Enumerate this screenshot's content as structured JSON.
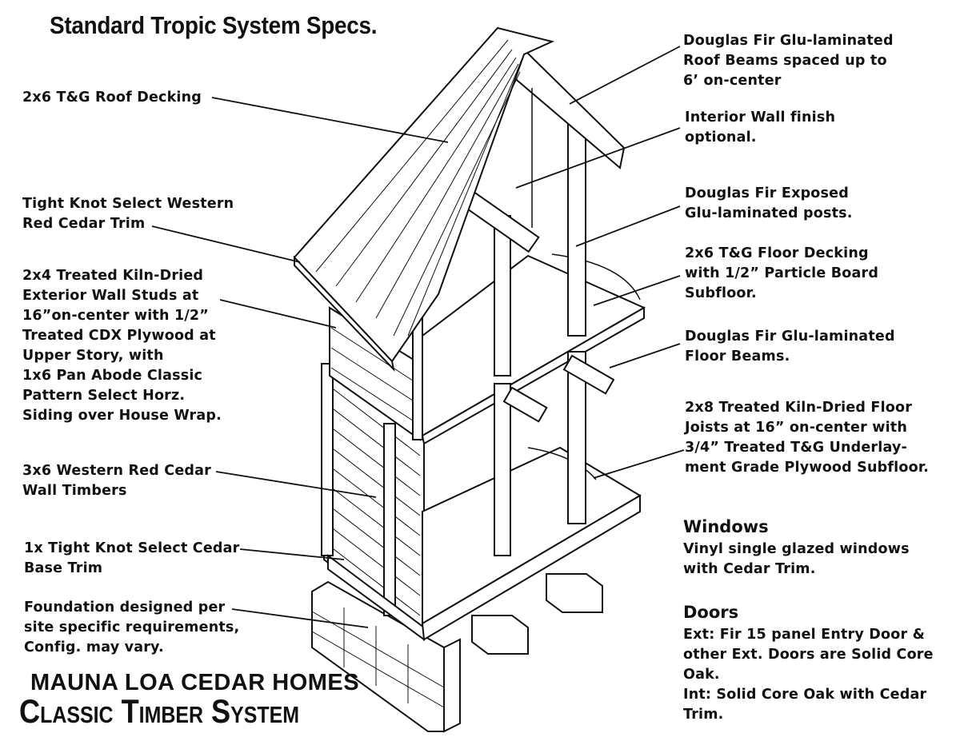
{
  "title": "Standard Tropic System Specs.",
  "brand": {
    "line1": "MAUNA LOA CEDAR HOMES",
    "line2": "Classic Timber System"
  },
  "left_labels": [
    "2x6 T&G Roof Decking",
    "Tight Knot Select Western\nRed Cedar Trim",
    "2x4 Treated Kiln-Dried\nExterior Wall Studs at\n16”on-center with 1/2”\nTreated CDX Plywood at\nUpper Story, with\n1x6 Pan Abode Classic\nPattern Select Horz.\nSiding over House Wrap.",
    "3x6 Western Red Cedar\nWall Timbers",
    "1x Tight Knot Select Cedar\nBase Trim",
    "Foundation designed per\nsite specific requirements,\nConfig. may vary."
  ],
  "right_labels": [
    "Douglas Fir Glu-laminated\nRoof Beams spaced up to\n6’ on-center",
    "Interior Wall finish\noptional.",
    "Douglas Fir Exposed\nGlu-laminated posts.",
    "2x6 T&G Floor Decking\nwith 1/2” Particle Board\nSubfloor.",
    "Douglas Fir Glu-laminated\nFloor Beams.",
    "2x8 Treated Kiln-Dried Floor\nJoists at 16” on-center with\n3/4” Treated T&G Underlay-\nment Grade Plywood Subfloor."
  ],
  "windows": {
    "heading": "Windows",
    "text": "Vinyl single glazed windows\nwith Cedar Trim."
  },
  "doors": {
    "heading": "Doors",
    "text": "Ext: Fir 15 panel Entry Door &\nother Ext. Doors are Solid Core\nOak.\nInt: Solid Core Oak with Cedar\nTrim."
  }
}
